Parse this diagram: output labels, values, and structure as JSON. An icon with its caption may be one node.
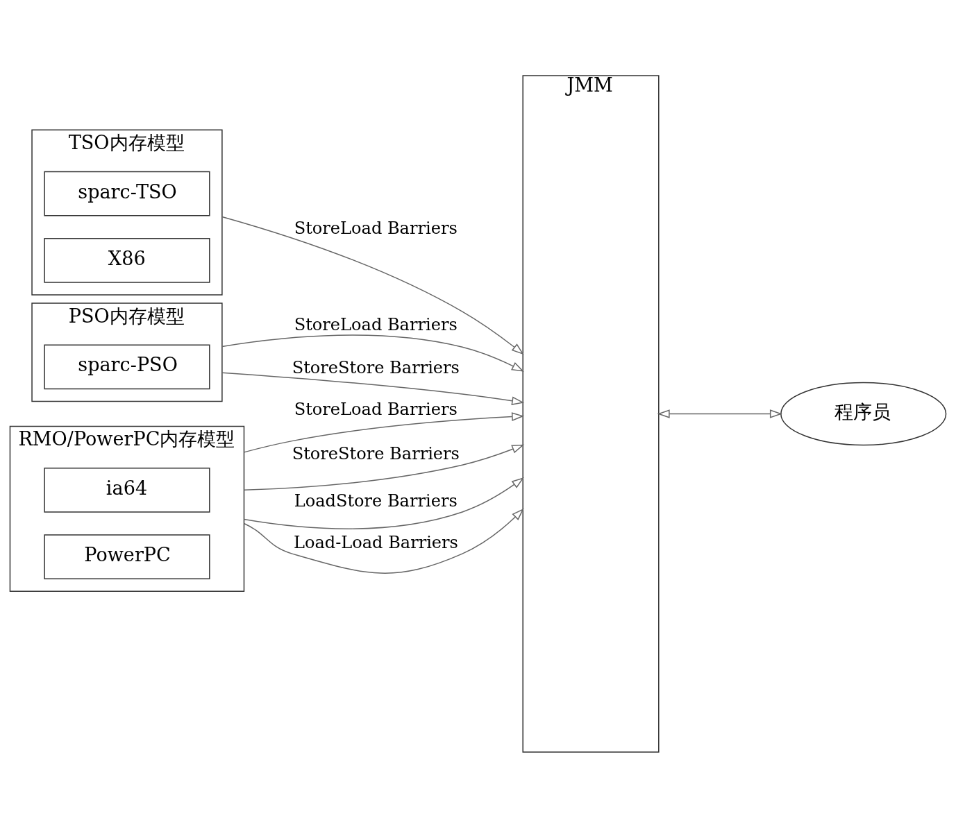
{
  "diagram": {
    "nodes": [
      {
        "text": [
          "TSO内存模型"
        ]
      },
      {
        "text": [
          "sparc-TSO"
        ],
        "in": 0
      },
      {
        "text": [
          "X86"
        ],
        "in": 0
      },
      {
        "text": [
          "PSO内存模型"
        ]
      },
      {
        "text": [
          "sparc-PSO"
        ],
        "in": 3
      },
      {
        "text": [
          "RMO/PowerPC内存模型"
        ]
      },
      {
        "text": [
          "ia64"
        ],
        "in": 5
      },
      {
        "text": [
          "PowerPC"
        ],
        "in": 5
      },
      {
        "text": [
          "JMM"
        ]
      },
      {
        "text": [
          "程序员"
        ]
      }
    ],
    "edges": [
      {
        "from": 0,
        "to": 8,
        "arrow": "to",
        "label": "StoreLoad Barriers"
      },
      {
        "from": 3,
        "to": 8,
        "arrow": "to",
        "label": "StoreLoad Barriers"
      },
      {
        "from": 3,
        "to": 8,
        "arrow": "to",
        "label": "StoreStore Barriers"
      },
      {
        "from": 5,
        "to": 8,
        "arrow": "to",
        "label": "StoreLoad Barriers"
      },
      {
        "from": 5,
        "to": 8,
        "arrow": "to",
        "label": "StoreStore Barriers"
      },
      {
        "from": 5,
        "to": 8,
        "arrow": "to",
        "label": "LoadStore Barriers"
      },
      {
        "from": 5,
        "to": 8,
        "arrow": "to",
        "label": "Load-Load Barriers"
      },
      {
        "from": 8,
        "to": 9,
        "arrow": "both"
      }
    ]
  }
}
